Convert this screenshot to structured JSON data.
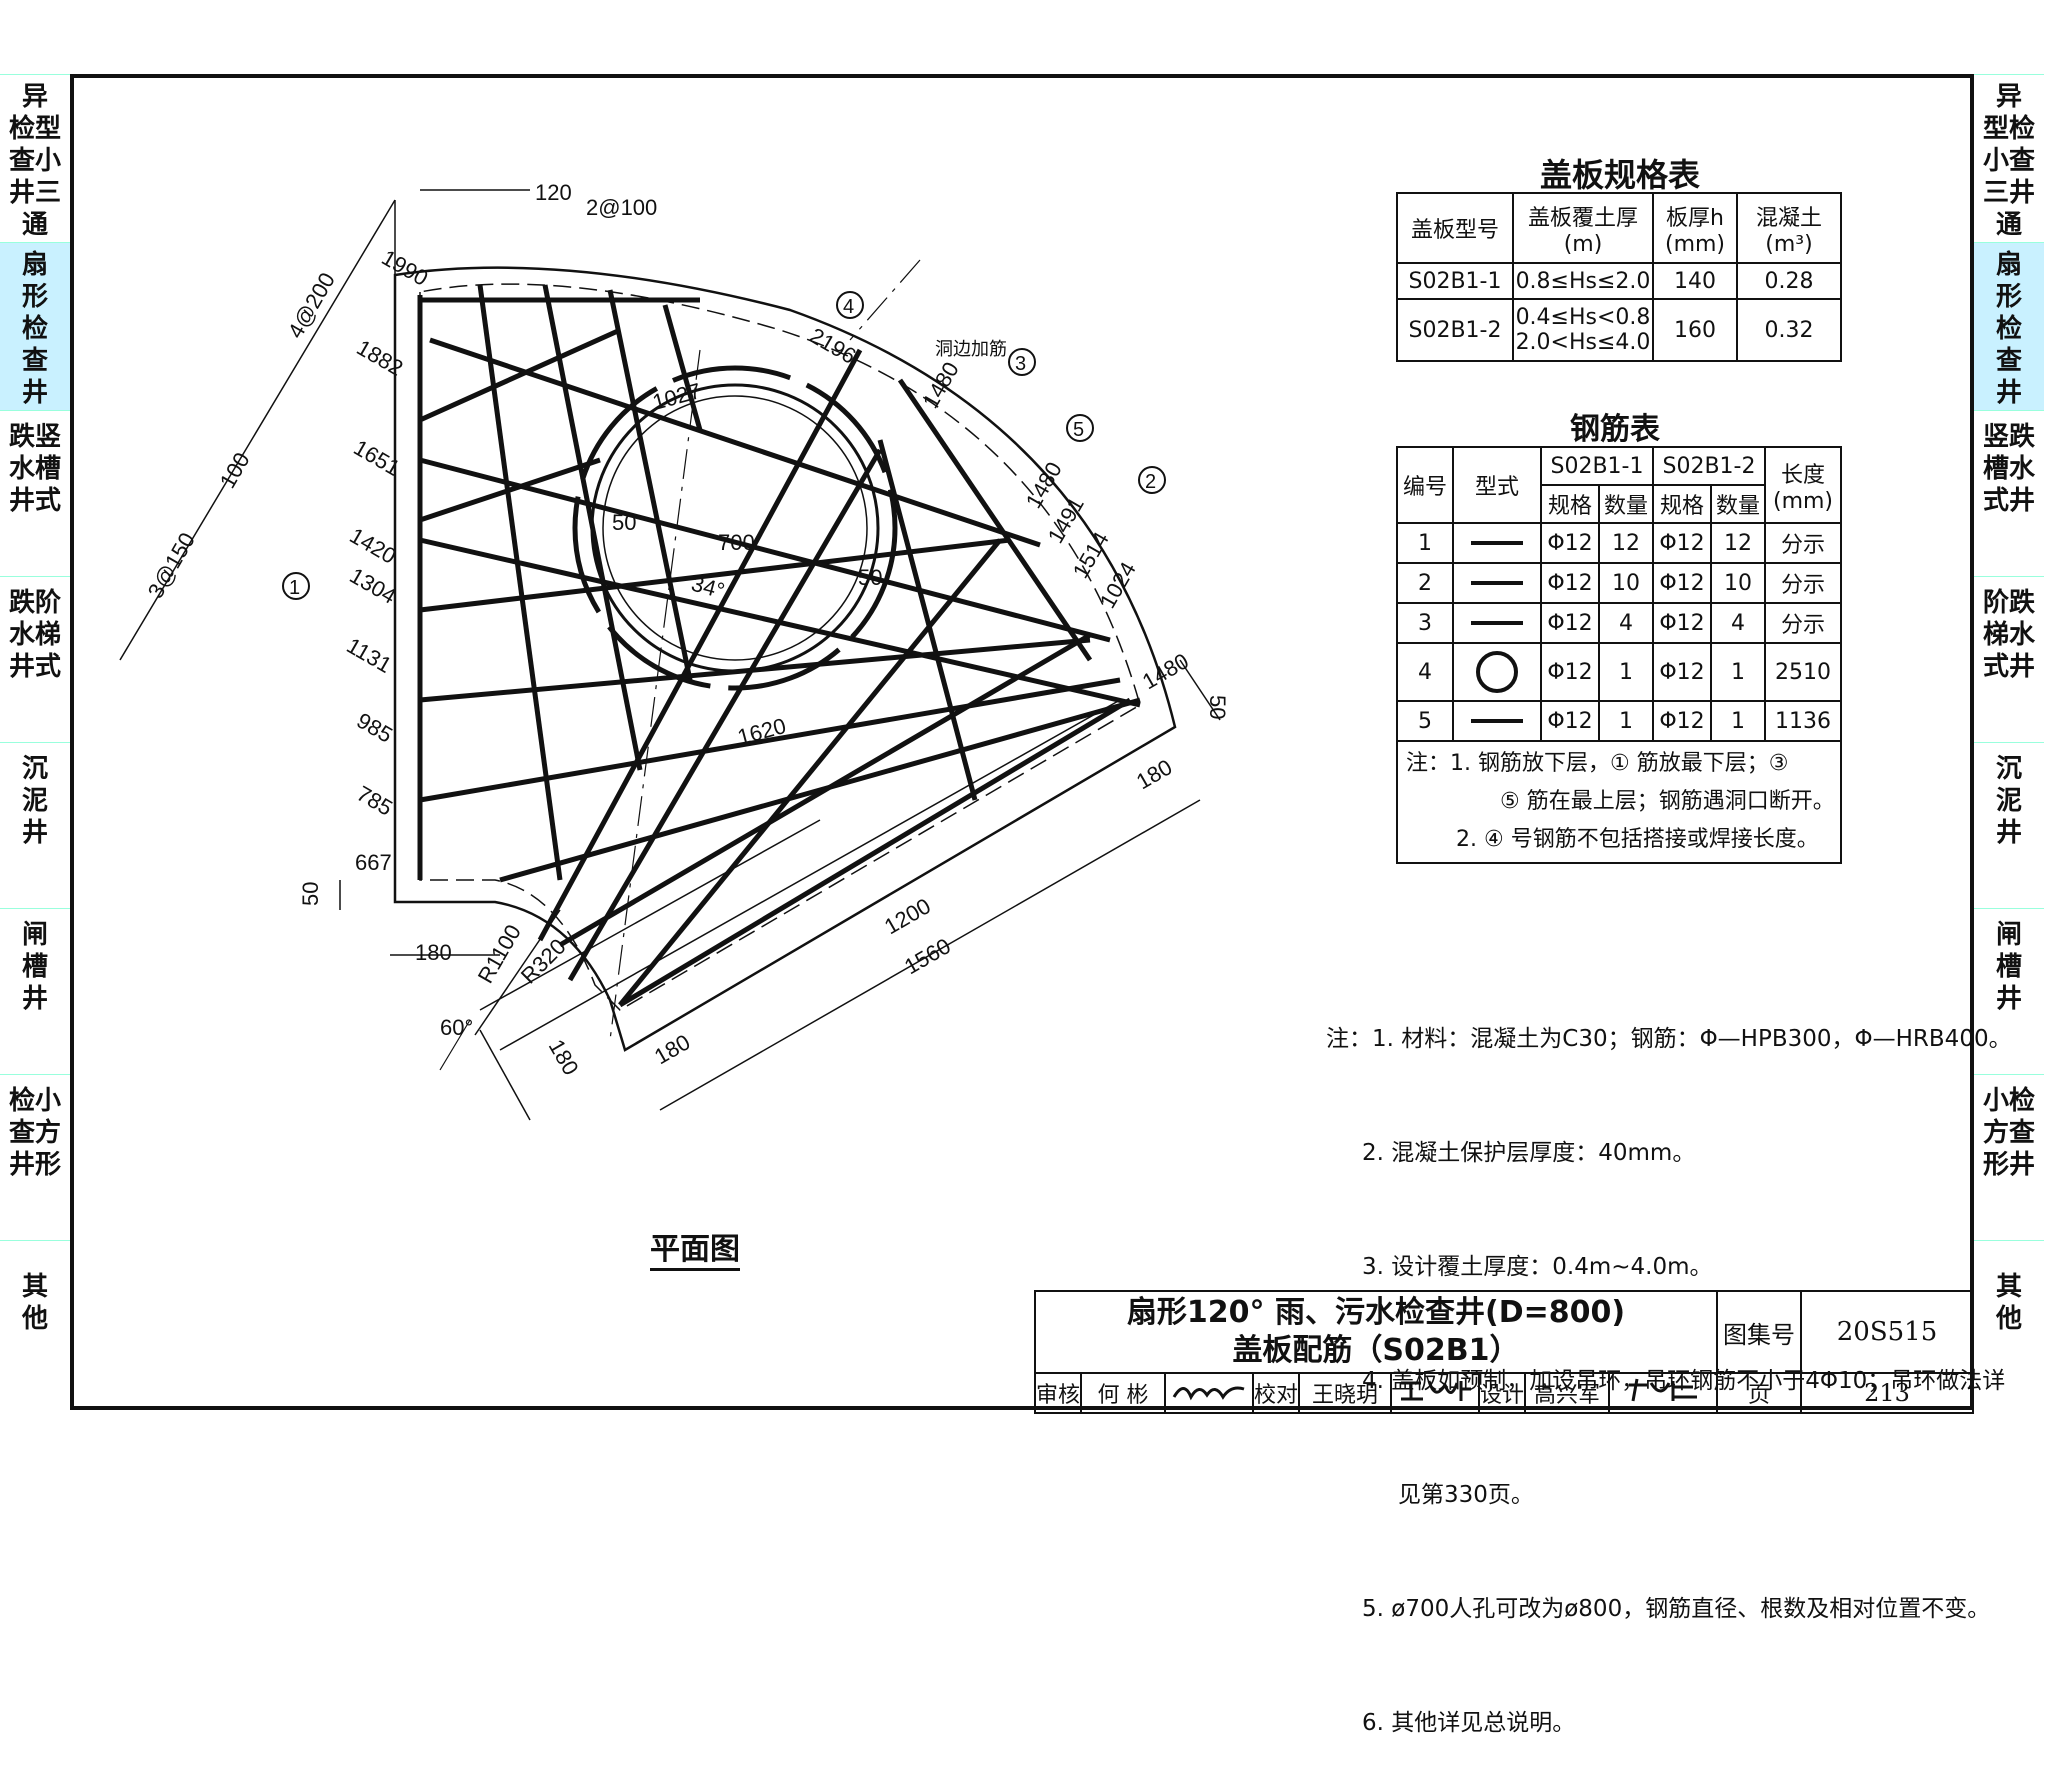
{
  "left_tabs": [
    {
      "text": "异\n检型\n查小\n井三\n通",
      "highlight": false
    },
    {
      "text": "扇\n形\n检\n查\n井",
      "highlight": true
    },
    {
      "text": "跌竖\n水槽\n井式",
      "highlight": false
    },
    {
      "text": "跌阶\n水梯\n井式",
      "highlight": false
    },
    {
      "text": "沉\n泥\n井",
      "highlight": false
    },
    {
      "text": "闸\n槽\n井",
      "highlight": false
    },
    {
      "text": "检小\n查方\n井形",
      "highlight": false
    },
    {
      "text": "其\n他",
      "highlight": false
    }
  ],
  "right_tabs": [
    {
      "text": "异\n型检\n小查\n三井\n通",
      "highlight": false
    },
    {
      "text": "扇\n形\n检\n查\n井",
      "highlight": true
    },
    {
      "text": "竖跌\n槽水\n式井",
      "highlight": false
    },
    {
      "text": "阶跌\n梯水\n式井",
      "highlight": false
    },
    {
      "text": "沉\n泥\n井",
      "highlight": false
    },
    {
      "text": "闸\n槽\n井",
      "highlight": false
    },
    {
      "text": "小检\n方查\n形井",
      "highlight": false
    },
    {
      "text": "其\n他",
      "highlight": false
    }
  ],
  "drawing": {
    "caption": "平面图",
    "dims_left": [
      "1990",
      "1882",
      "1651",
      "1420",
      "1304",
      "1131",
      "985",
      "785",
      "667"
    ],
    "dims_misc": [
      "120",
      "2@100",
      "4@200",
      "100",
      "3@150",
      "50",
      "180",
      "R1100",
      "R320",
      "60°",
      "180",
      "180",
      "1200",
      "1560",
      "180",
      "1480",
      "50",
      "1024",
      "1514",
      "1491",
      "1480",
      "1480",
      "2196",
      "1027",
      "700",
      "50",
      "50",
      "34°",
      "1620",
      "洞边加筋"
    ],
    "callouts": [
      "1",
      "2",
      "3",
      "4",
      "5"
    ]
  },
  "spec_table": {
    "title": "盖板规格表",
    "headers": [
      "盖板型号",
      "盖板覆土厚\n(m)",
      "板厚h\n(mm)",
      "混凝土\n(m³)"
    ],
    "rows": [
      [
        "S02B1-1",
        "0.8≤Hs≤2.0",
        "140",
        "0.28"
      ],
      [
        "S02B1-2",
        "0.4≤Hs<0.8\n2.0<Hs≤4.0",
        "160",
        "0.32"
      ]
    ]
  },
  "rebar_table": {
    "title": "钢筋表",
    "h_no": "编号",
    "h_shape": "型式",
    "h_t1": "S02B1-1",
    "h_t2": "S02B1-2",
    "h_len": "长度\n(mm)",
    "h_spec": "规格",
    "h_qty": "数量",
    "rows": [
      {
        "no": "1",
        "shape": "line",
        "s1": "Φ12",
        "q1": "12",
        "s2": "Φ12",
        "q2": "12",
        "len": "分示"
      },
      {
        "no": "2",
        "shape": "line",
        "s1": "Φ12",
        "q1": "10",
        "s2": "Φ12",
        "q2": "10",
        "len": "分示"
      },
      {
        "no": "3",
        "shape": "line",
        "s1": "Φ12",
        "q1": "4",
        "s2": "Φ12",
        "q2": "4",
        "len": "分示"
      },
      {
        "no": "4",
        "shape": "ring",
        "s1": "Φ12",
        "q1": "1",
        "s2": "Φ12",
        "q2": "1",
        "len": "2510"
      },
      {
        "no": "5",
        "shape": "line",
        "s1": "Φ12",
        "q1": "1",
        "s2": "Φ12",
        "q2": "1",
        "len": "1136"
      }
    ],
    "note_l1": "注：1. 钢筋放下层，① 筋放最下层；③",
    "note_l2": "⑤ 筋在最上层；钢筋遇洞口断开。",
    "note_l3": "2. ④ 号钢筋不包括搭接或焊接长度。"
  },
  "notes": [
    "注：1. 材料：混凝土为C30；钢筋：Φ—HPB300，Φ—HRB400。",
    "2. 混凝土保护层厚度：40mm。",
    "3. 设计覆土厚度：0.4m~4.0m。",
    "4. 盖板如预制，加设吊环，吊环钢筋不小于4Φ10；吊环做法详",
    "见第330页。",
    "5. ø700人孔可改为ø800，钢筋直径、根数及相对位置不变。",
    "6. 其他详见总说明。"
  ],
  "title_block": {
    "title1": "扇形120° 雨、污水检查井(D=800)",
    "title2": "盖板配筋（S02B1）",
    "atlas_label": "图集号",
    "atlas_no": "20S515",
    "review_label": "审核",
    "reviewer": "何 彬",
    "check_label": "校对",
    "checker": "王晓玥",
    "design_label": "设计",
    "designer": "高兴军",
    "page_label": "页",
    "page_no": "213"
  }
}
